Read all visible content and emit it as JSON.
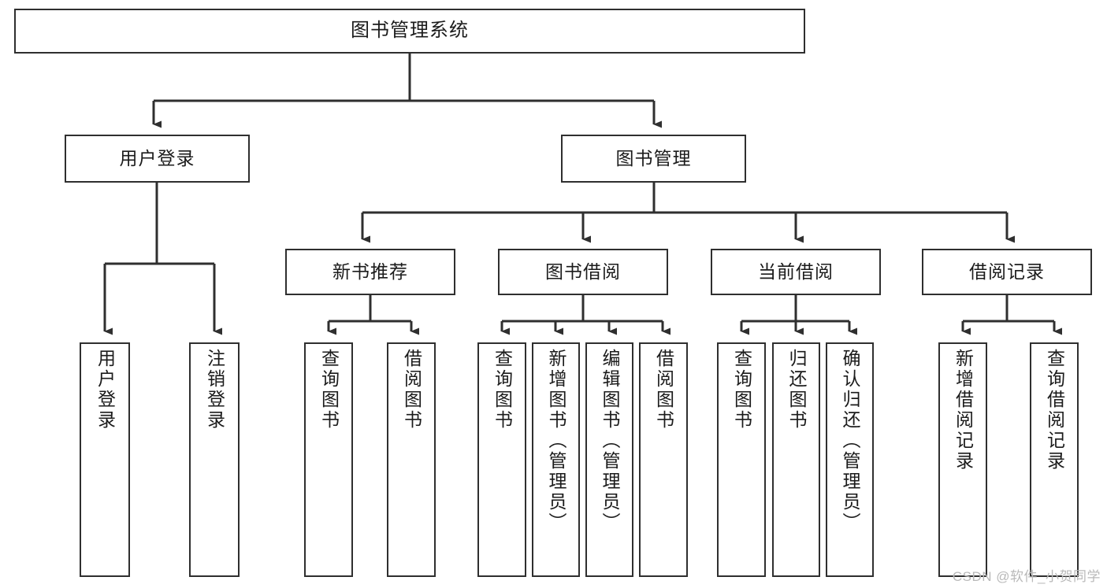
{
  "diagram": {
    "title": "图书管理系统",
    "type": "tree",
    "watermark": "CSDN @软件_小贺同学",
    "colors": {
      "box_border": "#2f2f2f",
      "box_fill": "#ffffff",
      "connector": "#2f2f2f",
      "text": "#1b1b1b",
      "watermark": "#b9b9b9"
    },
    "root": {
      "id": "root",
      "label": "图书管理系统"
    },
    "level2": [
      {
        "id": "user-login",
        "label": "用户登录"
      },
      {
        "id": "book-management",
        "label": "图书管理"
      }
    ],
    "level3": [
      {
        "id": "new-book-recommend",
        "label": "新书推荐",
        "parent": "book-management"
      },
      {
        "id": "book-borrow",
        "label": "图书借阅",
        "parent": "book-management"
      },
      {
        "id": "current-borrow",
        "label": "当前借阅",
        "parent": "book-management"
      },
      {
        "id": "borrow-record",
        "label": "借阅记录",
        "parent": "book-management"
      }
    ],
    "leaves": [
      {
        "id": "leaf-user-login",
        "label": "用户登录",
        "parent": "user-login"
      },
      {
        "id": "leaf-logout",
        "label": "注销登录",
        "parent": "user-login"
      },
      {
        "id": "leaf-query-book-1",
        "label": "查询图书",
        "parent": "new-book-recommend"
      },
      {
        "id": "leaf-borrow-book-1",
        "label": "借阅图书",
        "parent": "new-book-recommend"
      },
      {
        "id": "leaf-query-book-2",
        "label": "查询图书",
        "parent": "book-borrow"
      },
      {
        "id": "leaf-add-book",
        "label": "新增图书（管理员）",
        "parent": "book-borrow"
      },
      {
        "id": "leaf-edit-book",
        "label": "编辑图书（管理员）",
        "parent": "book-borrow"
      },
      {
        "id": "leaf-borrow-book-2",
        "label": "借阅图书",
        "parent": "book-borrow"
      },
      {
        "id": "leaf-query-book-3",
        "label": "查询图书",
        "parent": "current-borrow"
      },
      {
        "id": "leaf-return-book",
        "label": "归还图书",
        "parent": "current-borrow"
      },
      {
        "id": "leaf-confirm-return",
        "label": "确认归还（管理员）",
        "parent": "current-borrow"
      },
      {
        "id": "leaf-add-record",
        "label": "新增借阅记录",
        "parent": "borrow-record"
      },
      {
        "id": "leaf-query-record",
        "label": "查询借阅记录",
        "parent": "borrow-record"
      }
    ]
  }
}
